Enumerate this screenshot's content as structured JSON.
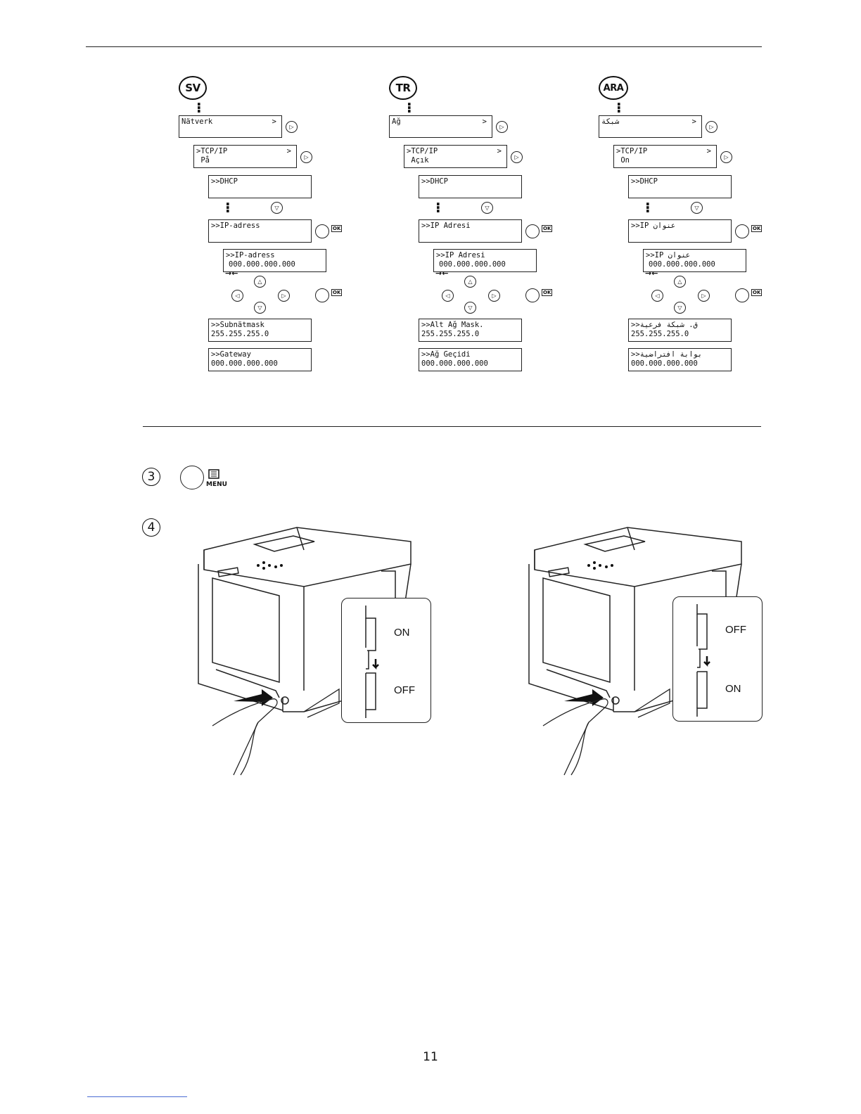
{
  "columns": [
    {
      "lang": "SV",
      "menu1": "Nätverk",
      "menu1_arrow": ">",
      "tcp_line1": ">TCP/IP",
      "tcp_arrow": ">",
      "tcp_line2": " På",
      "dhcp": ">>DHCP",
      "ip_menu": ">>IP-adress",
      "ip_edit_line1": ">>IP-adress",
      "ip_edit_line2": "000.000.000.000",
      "subnet_line1": ">>Subnätmask",
      "subnet_line2": "255.255.255.0",
      "gateway_line1": ">>Gateway",
      "gateway_line2": "000.000.000.000"
    },
    {
      "lang": "TR",
      "menu1": "Ağ",
      "menu1_arrow": ">",
      "tcp_line1": ">TCP/IP",
      "tcp_arrow": ">",
      "tcp_line2": " Açık",
      "dhcp": ">>DHCP",
      "ip_menu": ">>IP Adresi",
      "ip_edit_line1": ">>IP Adresi",
      "ip_edit_line2": "000.000.000.000",
      "subnet_line1": ">>Alt Ağ Mask.",
      "subnet_line2": "255.255.255.0",
      "gateway_line1": ">>Ağ Geçidi",
      "gateway_line2": "000.000.000.000"
    },
    {
      "lang": "ARA",
      "menu1": "شبكة",
      "menu1_arrow": ">",
      "tcp_line1": ">TCP/IP",
      "tcp_arrow": ">",
      "tcp_line2": " On",
      "dhcp": ">>DHCP",
      "ip_menu": ">>IP عنوان",
      "ip_edit_line1": ">>IP عنوان",
      "ip_edit_line2": "000.000.000.000",
      "subnet_line1": ">>ق. شبكة فرعية",
      "subnet_line2": "255.255.255.0",
      "gateway_line1": ">>بوابة افتراضية",
      "gateway_line2": "000.000.000.000"
    }
  ],
  "buttons": {
    "ok_label": "OK",
    "menu_label": "MENU"
  },
  "steps": {
    "step3": "3",
    "step4": "4"
  },
  "callout_left": {
    "top_label": "ON",
    "bottom_label": "OFF"
  },
  "callout_right": {
    "top_label": "OFF",
    "bottom_label": "ON"
  },
  "page_number": "11"
}
